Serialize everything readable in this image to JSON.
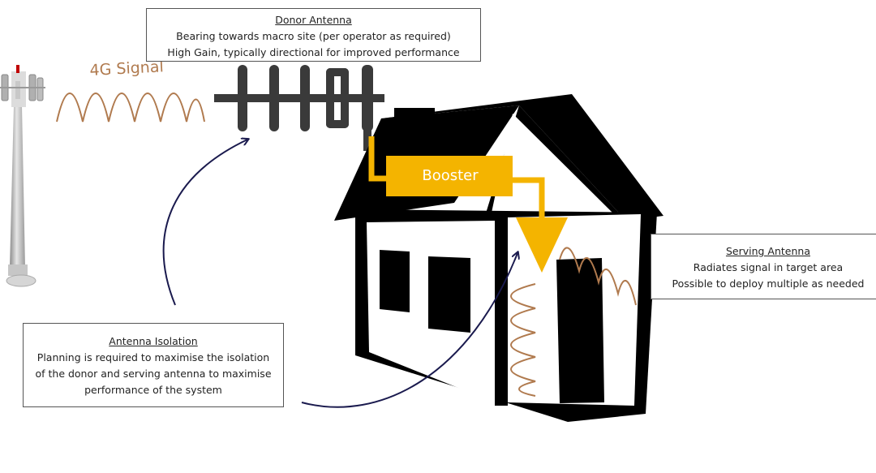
{
  "signal_label": "4G Signal",
  "booster_label": "Booster",
  "donor_antenna": {
    "title": "Donor Antenna",
    "lines": [
      "Bearing towards macro site (per operator as required)",
      "High Gain, typically directional for improved performance"
    ]
  },
  "antenna_isolation": {
    "title": "Antenna Isolation",
    "lines": [
      "Planning is required to maximise the isolation",
      "of the donor  and serving antenna to maximise",
      "performance  of the system"
    ]
  },
  "serving_antenna": {
    "title": "Serving Antenna",
    "lines": [
      "Radiates signal in target area",
      "Possible to deploy multiple  as needed"
    ]
  },
  "colors": {
    "signal_wave": "#b07a4e",
    "booster": "#f4b400",
    "house": "#000000",
    "arrow": "#1a1a4e",
    "tower": "#b8b8b8"
  },
  "icons": [
    "cell-tower-icon",
    "yagi-antenna-icon",
    "house-icon",
    "booster-box-icon",
    "serving-antenna-icon"
  ]
}
